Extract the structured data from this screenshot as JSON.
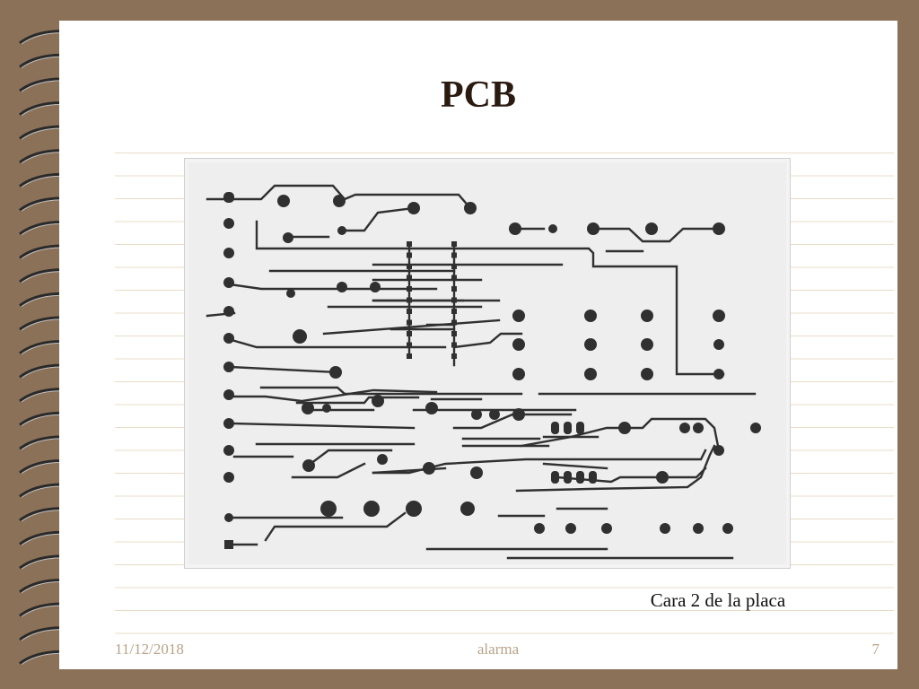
{
  "slide": {
    "title": "PCB",
    "caption": "Cara 2 de la placa",
    "footer": {
      "date": "11/12/2018",
      "center": "alarma",
      "page_number": "7"
    }
  },
  "colors": {
    "frame_background": "#8b7158",
    "page_background": "#ffffff",
    "title": "#2b1a10",
    "footer_text": "#b8a389",
    "rule_lines": "#e8dcc8",
    "pcb_trace": "#303030",
    "pcb_board": "#eeeeee"
  }
}
